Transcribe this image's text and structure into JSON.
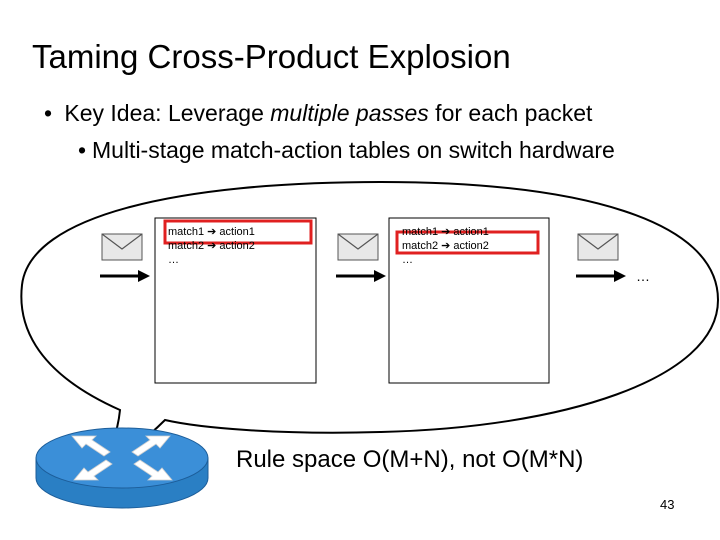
{
  "slide": {
    "title": "Taming Cross-Product Explosion",
    "bullet1": {
      "prefix": "Key Idea: Leverage ",
      "emphasis": "multiple passes",
      "suffix": " for each packet"
    },
    "bullet2": "Multi-stage match-action tables on switch hardware",
    "table1": [
      "match1 ➔ action1",
      "match2 ➔ action2",
      "…"
    ],
    "table2": [
      "match1 ➔ action1",
      "match2 ➔ action2",
      "…"
    ],
    "ellipsis": "…",
    "rule_space": "Rule space O(M+N), not O(M*N)",
    "page_number": "43"
  },
  "colors": {
    "highlight": "#e02020",
    "router_body": "#2a7fc4",
    "router_top": "#3b8fd8",
    "router_edge": "#1c5d99",
    "arrow": "#000000"
  },
  "icons": [
    "envelope-icon",
    "arrow-right-icon",
    "router-icon"
  ]
}
